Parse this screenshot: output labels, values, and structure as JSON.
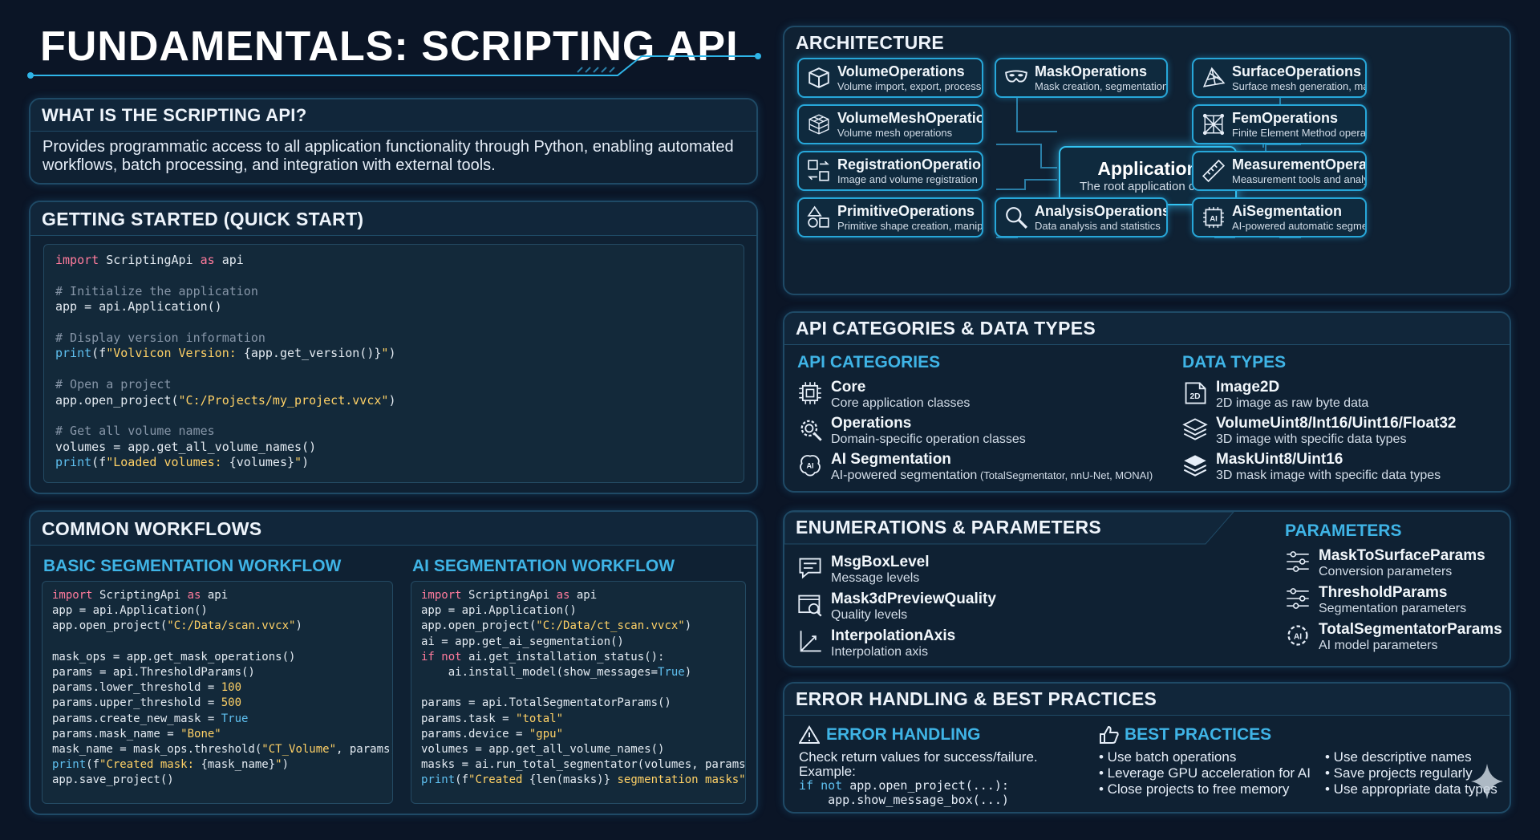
{
  "title": "FUNDAMENTALS: SCRIPTING API",
  "what": {
    "title": "WHAT IS THE SCRIPTING API?",
    "text": "Provides programmatic access to all application functionality through Python, enabling automated workflows, batch processing, and integration with external tools."
  },
  "getting_started": {
    "title": "GETTING STARTED (QUICK START)",
    "lines": [
      [
        [
          "kw",
          "import"
        ],
        [
          "",
          "ScriptingApi "
        ],
        [
          "kw",
          "as"
        ],
        [
          "",
          " api"
        ]
      ],
      [],
      [
        [
          "cm",
          "# Initialize the application"
        ]
      ],
      [
        [
          "",
          "app = api.Application()"
        ]
      ],
      [],
      [
        [
          "cm",
          "# Display version information"
        ]
      ],
      [
        [
          "fn",
          "print"
        ],
        [
          "",
          "(f"
        ],
        [
          "st",
          "\"Volvicon Version: "
        ],
        [
          "",
          "{app.get_version()}"
        ],
        [
          "st",
          "\""
        ],
        [
          "",
          ")"
        ]
      ],
      [],
      [
        [
          "cm",
          "# Open a project"
        ]
      ],
      [
        [
          "",
          "app.open_project("
        ],
        [
          "st",
          "\"C:/Projects/my_project.vvcx\""
        ],
        [
          "",
          ")"
        ]
      ],
      [],
      [
        [
          "cm",
          "# Get all volume names"
        ]
      ],
      [
        [
          "",
          "volumes = app.get_all_volume_names()"
        ]
      ],
      [
        [
          "fn",
          "print"
        ],
        [
          "",
          "(f"
        ],
        [
          "st",
          "\"Loaded volumes: "
        ],
        [
          "",
          "{volumes}"
        ],
        [
          "st",
          "\""
        ],
        [
          "",
          ")"
        ]
      ]
    ]
  },
  "workflows": {
    "title": "COMMON WORKFLOWS",
    "basic": {
      "title": "BASIC SEGMENTATION WORKFLOW",
      "lines": [
        [
          [
            "kw",
            "import"
          ],
          [
            "",
            "ScriptingApi "
          ],
          [
            "kw",
            "as"
          ],
          [
            "",
            " api"
          ]
        ],
        [
          [
            "",
            "app = api.Application()"
          ]
        ],
        [
          [
            "",
            "app.open_project("
          ],
          [
            "st",
            "\"C:/Data/scan.vvcx\""
          ],
          [
            "",
            ")"
          ]
        ],
        [],
        [
          [
            "",
            "mask_ops = app.get_mask_operations()"
          ]
        ],
        [
          [
            "",
            "params = api.ThresholdParams()"
          ]
        ],
        [
          [
            "",
            "params.lower_threshold = "
          ],
          [
            "nm",
            "100"
          ]
        ],
        [
          [
            "",
            "params.upper_threshold = "
          ],
          [
            "nm",
            "500"
          ]
        ],
        [
          [
            "",
            "params.create_new_mask = "
          ],
          [
            "fn",
            "True"
          ]
        ],
        [
          [
            "",
            "params.mask_name = "
          ],
          [
            "st",
            "\"Bone\""
          ]
        ],
        [
          [
            "",
            "mask_name = mask_ops.threshold("
          ],
          [
            "st",
            "\"CT_Volume\""
          ],
          [
            "",
            ", params)"
          ]
        ],
        [
          [
            "fn",
            "print"
          ],
          [
            "",
            "(f"
          ],
          [
            "st",
            "\"Created mask: "
          ],
          [
            "",
            "{mask_name}"
          ],
          [
            "st",
            "\""
          ],
          [
            "",
            ")"
          ]
        ],
        [
          [
            "",
            "app.save_project()"
          ]
        ]
      ]
    },
    "ai": {
      "title": "AI SEGMENTATION WORKFLOW",
      "lines": [
        [
          [
            "kw",
            "import"
          ],
          [
            "",
            "ScriptingApi "
          ],
          [
            "kw",
            "as"
          ],
          [
            "",
            " api"
          ]
        ],
        [
          [
            "",
            "app = api.Application()"
          ]
        ],
        [
          [
            "",
            "app.open_project("
          ],
          [
            "st",
            "\"C:/Data/ct_scan.vvcx\""
          ],
          [
            "",
            ")"
          ]
        ],
        [
          [
            "",
            "ai = app.get_ai_segmentation()"
          ]
        ],
        [
          [
            "kw",
            "if not"
          ],
          [
            "",
            " ai.get_installation_status():"
          ]
        ],
        [
          [
            "",
            "    ai.install_model(show_messages="
          ],
          [
            "fn",
            "True"
          ],
          [
            "",
            ")"
          ]
        ],
        [],
        [
          [
            "",
            "params = api.TotalSegmentatorParams()"
          ]
        ],
        [
          [
            "",
            "params.task = "
          ],
          [
            "st",
            "\"total\""
          ]
        ],
        [
          [
            "",
            "params.device = "
          ],
          [
            "st",
            "\"gpu\""
          ]
        ],
        [
          [
            "",
            "volumes = app.get_all_volume_names()"
          ]
        ],
        [
          [
            "",
            "masks = ai.run_total_segmentator(volumes, params)"
          ]
        ],
        [
          [
            "fn",
            "print"
          ],
          [
            "",
            "(f"
          ],
          [
            "st",
            "\"Created "
          ],
          [
            "",
            "{len(masks)}"
          ],
          [
            "st",
            " segmentation masks\""
          ],
          [
            "",
            ")"
          ]
        ]
      ]
    }
  },
  "architecture": {
    "title": "ARCHITECTURE",
    "center": {
      "title": "Application",
      "desc": "The root application class"
    },
    "nodes": [
      {
        "title": "VolumeOperations",
        "desc": "Volume import, export, processing",
        "icon": "cube-icon"
      },
      {
        "title": "MaskOperations",
        "desc": "Mask creation, segmentation, analysis",
        "icon": "mask-icon"
      },
      {
        "title": "SurfaceOperations",
        "desc": "Surface mesh generation, manipulation",
        "icon": "surface-icon"
      },
      {
        "title": "VolumeMeshOperations",
        "desc": "Volume mesh operations",
        "icon": "mesh-cube-icon"
      },
      {
        "title": "FemOperations",
        "desc": "Finite Element Method operations",
        "icon": "fem-icon"
      },
      {
        "title": "RegistrationOperations",
        "desc": "Image and volume registration",
        "icon": "registration-icon"
      },
      {
        "title": "MeasurementOperations",
        "desc": "Measurement tools and analysis",
        "icon": "ruler-icon"
      },
      {
        "title": "PrimitiveOperations",
        "desc": "Primitive shape creation, manipulation",
        "icon": "shapes-icon"
      },
      {
        "title": "AnalysisOperations",
        "desc": "Data analysis and statistics",
        "icon": "magnifier-icon"
      },
      {
        "title": "AiSegmentation",
        "desc": "AI-powered automatic segmentation",
        "icon": "ai-chip-icon"
      }
    ]
  },
  "categories": {
    "title": "API CATEGORIES & DATA TYPES",
    "api_title": "API CATEGORIES",
    "api": [
      {
        "title": "Core",
        "desc": "Core application classes",
        "icon": "chip-icon"
      },
      {
        "title": "Operations",
        "desc": "Domain-specific operation classes",
        "icon": "gear-search-icon"
      },
      {
        "title": "AI Segmentation",
        "desc": "AI-powered segmentation",
        "desc_small": "(TotalSegmentator, nnU-Net, MONAI)",
        "icon": "brain-icon"
      }
    ],
    "types_title": "DATA TYPES",
    "types": [
      {
        "title": "Image2D",
        "desc": "2D image as raw byte data",
        "icon": "image-2d-icon"
      },
      {
        "title": "VolumeUint8/Int16/Uint16/Float32",
        "desc": "3D image with specific data types",
        "icon": "layers-icon"
      },
      {
        "title": "MaskUint8/Uint16",
        "desc": "3D mask image with specific data types",
        "icon": "mask-layers-icon"
      }
    ]
  },
  "enums": {
    "title": "ENUMERATIONS & PARAMETERS",
    "items": [
      {
        "title": "MsgBoxLevel",
        "desc": "Message levels",
        "icon": "message-icon"
      },
      {
        "title": "Mask3dPreviewQuality",
        "desc": "Quality levels",
        "icon": "preview-icon"
      },
      {
        "title": "InterpolationAxis",
        "desc": "Interpolation axis",
        "icon": "axis-icon"
      }
    ],
    "params_title": "PARAMETERS",
    "params": [
      {
        "title": "MaskToSurfaceParams",
        "desc": "Conversion parameters",
        "icon": "sliders-icon"
      },
      {
        "title": "ThresholdParams",
        "desc": "Segmentation parameters",
        "icon": "sliders-icon"
      },
      {
        "title": "TotalSegmentatorParams",
        "desc": "AI model parameters",
        "icon": "ai-gear-icon"
      }
    ]
  },
  "errors": {
    "title": "ERROR HANDLING & BEST PRACTICES",
    "eh_title": "ERROR HANDLING",
    "eh_text1": "Check return values for success/failure.",
    "eh_text2": "Example:",
    "eh_code1": "if not",
    "eh_code1b": " app.open_project(...):",
    "eh_code2": "    app.show_message_box(...)",
    "bp_title": "BEST PRACTICES",
    "bp_col1": [
      "• Use batch operations",
      "• Leverage GPU acceleration for AI",
      "• Close projects to free memory"
    ],
    "bp_col2": [
      "• Use descriptive names",
      "• Save projects regularly",
      "• Use appropriate data types"
    ]
  }
}
